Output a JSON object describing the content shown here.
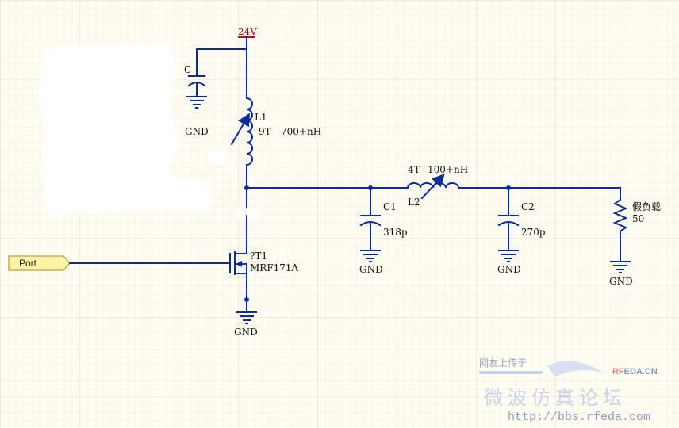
{
  "supply": "24V",
  "port": "Port",
  "ground_label": "GND",
  "components": {
    "c_top": {
      "ref": "C"
    },
    "l1": {
      "ref": "L1",
      "turns": "9T",
      "value": "700+nH"
    },
    "t1": {
      "ref": "?T1",
      "part": "MRF171A"
    },
    "c1": {
      "ref": "C1",
      "value": "318p"
    },
    "l2": {
      "ref": "L2",
      "turns": "4T",
      "value": "100+nH"
    },
    "c2": {
      "ref": "C2",
      "value": "270p"
    },
    "load": {
      "ref": "假负载",
      "value": "50"
    }
  },
  "watermark": {
    "small": "网友上传于",
    "brand": "RFEDA.CN",
    "title": "微波仿真论坛",
    "url": "http://bbs.rfeda.com"
  }
}
